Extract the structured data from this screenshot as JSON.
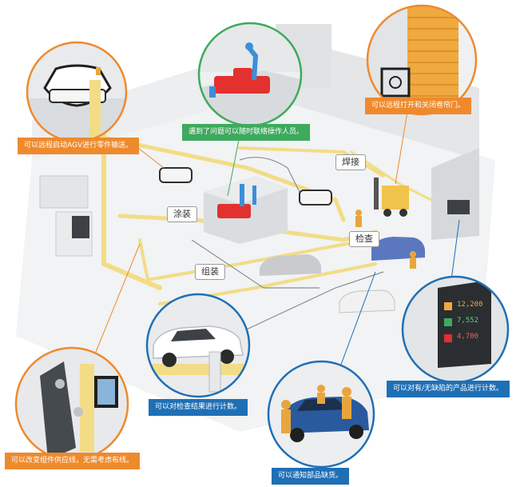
{
  "callouts": {
    "agv": "可以远程启动AGV进行零件输送。",
    "contact": "遇到了问题可以随时联络操作人员。",
    "shutter": "可以远程打开和关闭卷帘门。",
    "supply": "可以改变组件供应线，无需考虑布线。",
    "inspection": "可以对检查结果进行计数。",
    "parts": "可以通知部品缺货。",
    "defect": "可以对有/无缺陷的产品进行计数。"
  },
  "zones": {
    "painting": "涂装",
    "welding": "焊接",
    "assembly": "组装",
    "inspection": "检查"
  },
  "display": {
    "values": [
      "12,200",
      "7,552",
      "4,700"
    ]
  },
  "colors": {
    "orange": "#ee8a2d",
    "green": "#3daa5c",
    "blue": "#1f6fb5",
    "rail": "#f2dc86"
  }
}
